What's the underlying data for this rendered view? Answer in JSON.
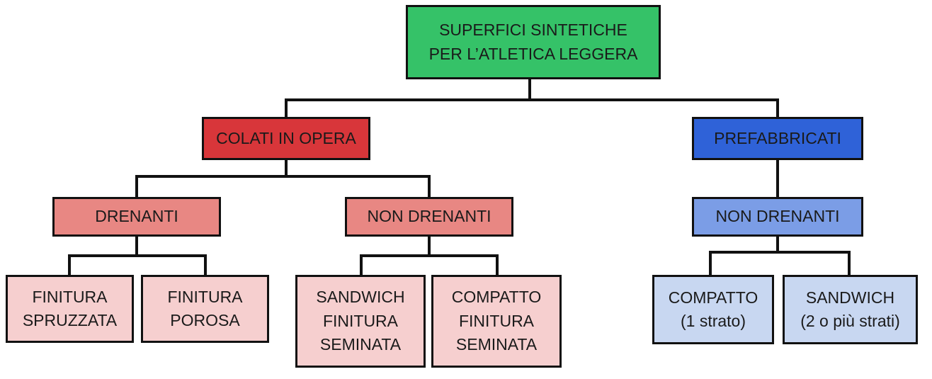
{
  "root": {
    "label": "SUPERFICI SINTETICHE\nPER L’ATLETICA LEGGERA"
  },
  "colati": {
    "label": "COLATI IN OPERA",
    "drenanti": {
      "label": "DRENANTI",
      "children": [
        "FINITURA\nSPRUZZATA",
        "FINITURA\nPOROSA"
      ]
    },
    "non_drenanti": {
      "label": "NON DRENANTI",
      "children": [
        "SANDWICH\nFINITURA\nSEMINATA",
        "COMPATTO\nFINITURA\nSEMINATA"
      ]
    }
  },
  "prefabbricati": {
    "label": "PREFABBRICATI",
    "non_drenanti": {
      "label": "NON DRENANTI",
      "children": [
        "COMPATTO\n(1 strato)",
        "SANDWICH\n(2 o più strati)"
      ]
    }
  },
  "colors": {
    "root": "#35c268",
    "colati": "#d8363a",
    "colati_sub": "#e88783",
    "colati_leaf": "#f6cfcf",
    "prefabbricati": "#2f62d8",
    "prefabbricati_sub": "#7b9de6",
    "prefabbricati_leaf": "#c8d7f1"
  }
}
